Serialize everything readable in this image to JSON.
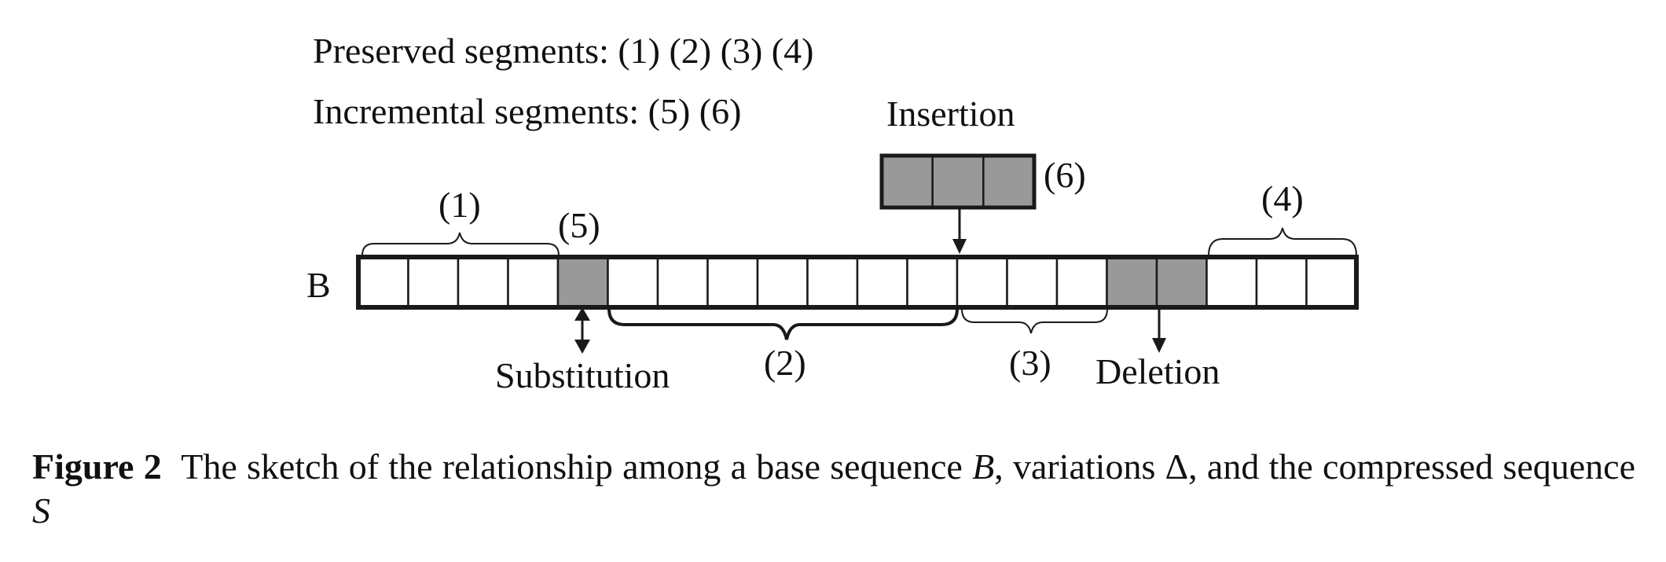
{
  "legend": {
    "preserved": "Preserved segments: (1) (2) (3) (4)",
    "incremental": "Incremental segments: (5) (6)"
  },
  "diagram": {
    "base_label": "B",
    "base_cells": 20,
    "shaded_cells": [
      4,
      15,
      16
    ],
    "insert_cells": 3,
    "labels": {
      "seg1": "(1)",
      "seg2": "(2)",
      "seg3": "(3)",
      "seg4": "(4)",
      "seg5": "(5)",
      "seg6": "(6)"
    },
    "operations": {
      "insertion": "Insertion",
      "substitution": "Substitution",
      "deletion": "Deletion"
    },
    "colors": {
      "shaded": "#999999",
      "stroke": "#1a1a1a"
    }
  },
  "caption": {
    "label": "Figure 2",
    "text_1": "The sketch of the relationship among a base sequence ",
    "var_b": "B",
    "text_2": ", variations Δ, and the compressed sequence ",
    "var_s": "S"
  }
}
